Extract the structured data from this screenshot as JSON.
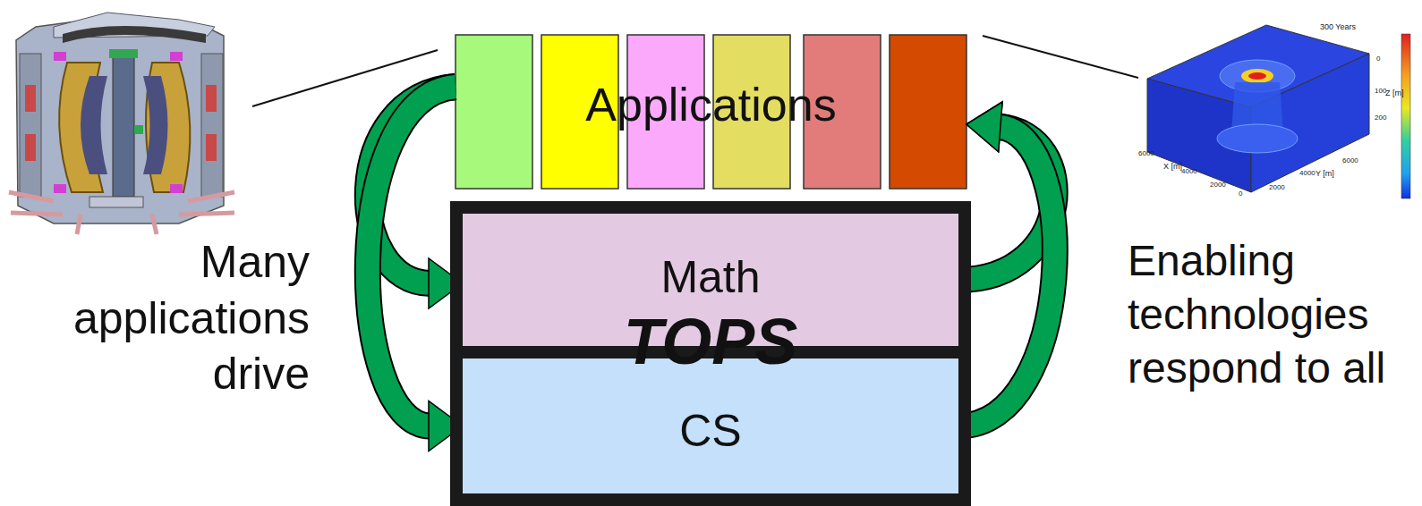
{
  "diagram": {
    "nodes": [
      {
        "text": [
          "Applications"
        ]
      },
      {
        "text": [
          "TOPS"
        ]
      },
      {
        "text": [
          "Math"
        ],
        "in": 1
      },
      {
        "text": [
          "CS"
        ],
        "in": 1
      }
    ],
    "edges": [
      {
        "from": 0,
        "to": 2,
        "arrow": "to"
      },
      {
        "from": 0,
        "to": 3,
        "arrow": "to"
      },
      {
        "from": 2,
        "to": 0,
        "arrow": "to"
      },
      {
        "from": 3,
        "to": 0,
        "arrow": "to"
      }
    ],
    "labels": [
      "Many applications drive",
      "Enabling technologies respond to all",
      "300 Years",
      "X [m]",
      "Y [m]",
      "Z [m]",
      "6000",
      "4000",
      "2000",
      "0",
      "2000",
      "4000",
      "6000",
      "0",
      "100",
      "200"
    ]
  }
}
